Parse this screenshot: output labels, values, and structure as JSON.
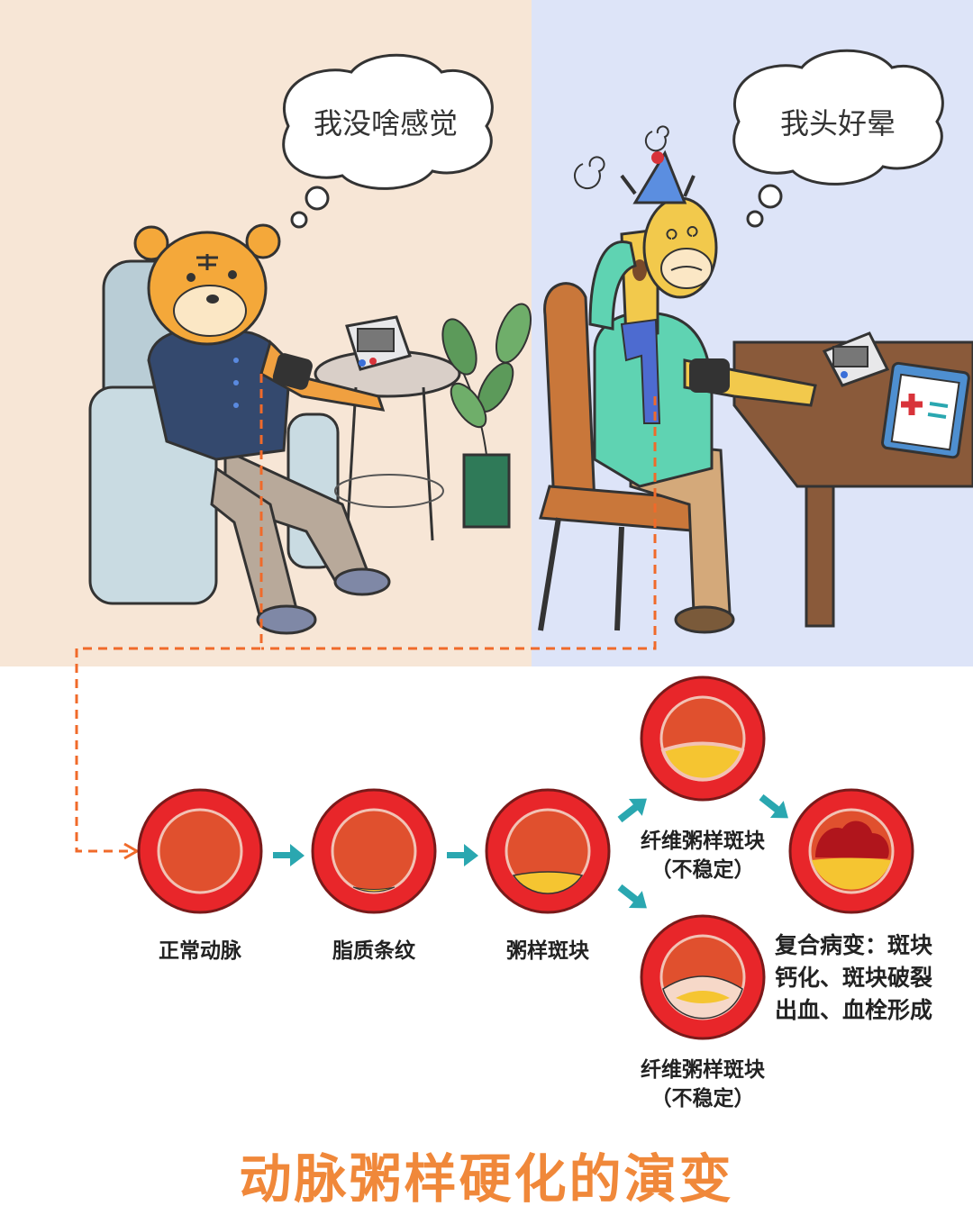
{
  "thought_left": "我没啥感觉",
  "thought_right": "我头好晕",
  "stages": {
    "normal": "正常动脉",
    "fatty_streak": "脂质条纹",
    "plaque": "粥样斑块",
    "fibrous_top": {
      "line1": "纤维粥样斑块",
      "line2": "（不稳定）"
    },
    "fibrous_bottom": {
      "line1": "纤维粥样斑块",
      "line2": "（不稳定）"
    },
    "complex": {
      "line1": "复合病变：斑块",
      "line2": "钙化、斑块破裂",
      "line3": "出血、血栓形成"
    }
  },
  "title": "动脉粥样硬化的演变",
  "colors": {
    "accent_orange": "#f0883a",
    "arrow_teal": "#2aa7b0",
    "artery_outer": "#e8262a",
    "artery_inner": "#e0502e",
    "plaque_yellow": "#f5c531"
  }
}
